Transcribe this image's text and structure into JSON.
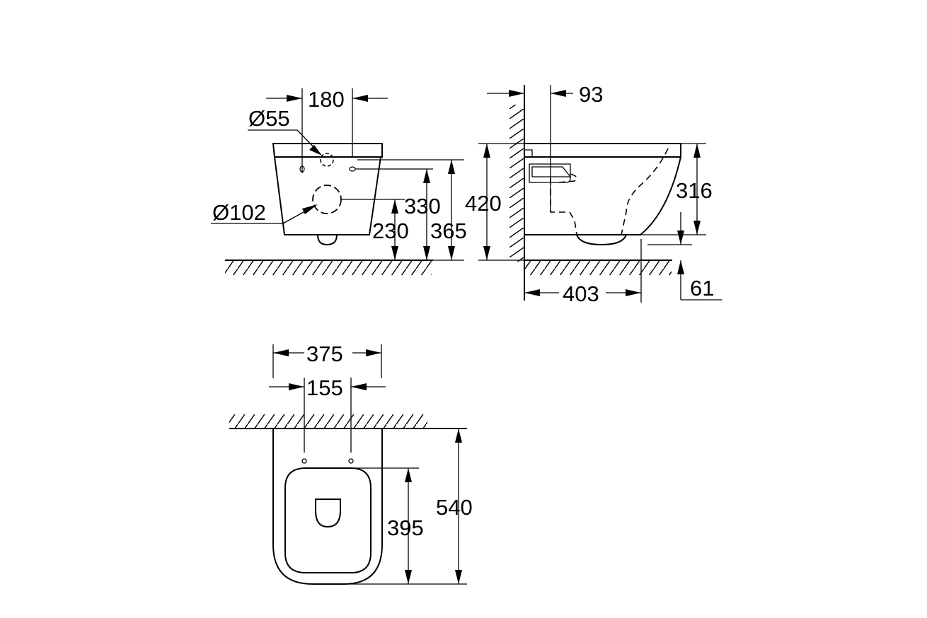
{
  "dimensions": {
    "front_top_width": "180",
    "flush_hole_diameter": "Ø55",
    "outlet_diameter": "Ø102",
    "outlet_height": "230",
    "fixing_height": "330",
    "rim_to_floor_front": "365",
    "rim_height": "420",
    "wall_to_fixing": "93",
    "bowl_height": "316",
    "bottom_clearance": "61",
    "projection_side": "403",
    "overall_width": "375",
    "fixing_spacing": "155",
    "seat_length": "395",
    "overall_depth": "540"
  }
}
